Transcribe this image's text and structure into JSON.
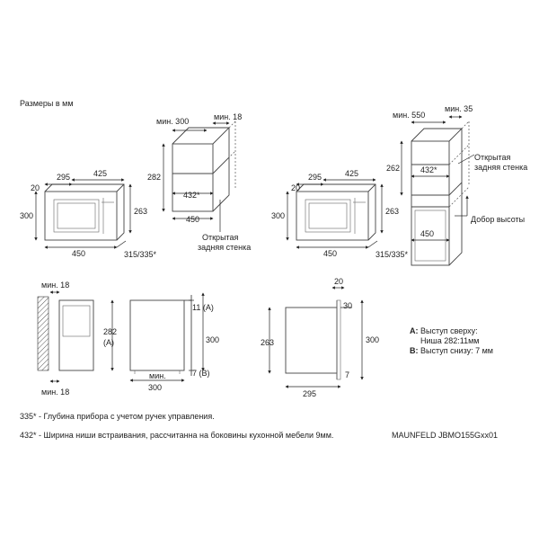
{
  "header": {
    "units_label": "Размеры в мм"
  },
  "diagram_a": {
    "front": {
      "w295": "295",
      "w425": "425",
      "d20": "20",
      "h300": "300",
      "h263": "263",
      "w450": "450",
      "d315": "315/335*"
    },
    "niche": {
      "min300": "мин. 300",
      "min18": "мин. 18",
      "h282": "282",
      "w432": "432*",
      "w450": "450",
      "note_line1": "Открытая",
      "note_line2": "задняя стенка"
    }
  },
  "diagram_b": {
    "front": {
      "w295": "295",
      "w425": "425",
      "d20": "20",
      "h300": "300",
      "h263": "263",
      "w450": "450",
      "d315": "315/335*"
    },
    "tall": {
      "min550": "мин. 550",
      "min35": "мин. 35",
      "h262": "262",
      "w432": "432*",
      "w450": "450",
      "note_line1": "Открытая",
      "note_line2": "задняя стенка",
      "height_add": "Добор высоты"
    }
  },
  "side_views": {
    "wall": {
      "min18_top": "мин. 18",
      "min18_bottom": "мин. 18"
    },
    "mount": {
      "h282": "282",
      "label_a": "(A)",
      "v11": "11 (A)",
      "h300": "300",
      "v7": "7 (B)",
      "min300_line1": "мин.",
      "min300_line2": "300"
    },
    "profile": {
      "d20": "20",
      "v30": "30",
      "h263": "263",
      "h300": "300",
      "v7": "7",
      "d295": "295"
    }
  },
  "legend": {
    "a_key": "A:",
    "a_line1": "Выступ сверху:",
    "a_line2": "Ниша 282:11мм",
    "b_key": "B:",
    "b_text": "Выступ снизу: 7 мм"
  },
  "footnotes": {
    "note1": "335* - Глубина прибора с учетом ручек управления.",
    "note2": "432* - Ширина ниши встраивания, рассчитанна на боковины кухонной мебели 9мм.",
    "model": "MAUNFELD JBMO155Gxx01"
  }
}
